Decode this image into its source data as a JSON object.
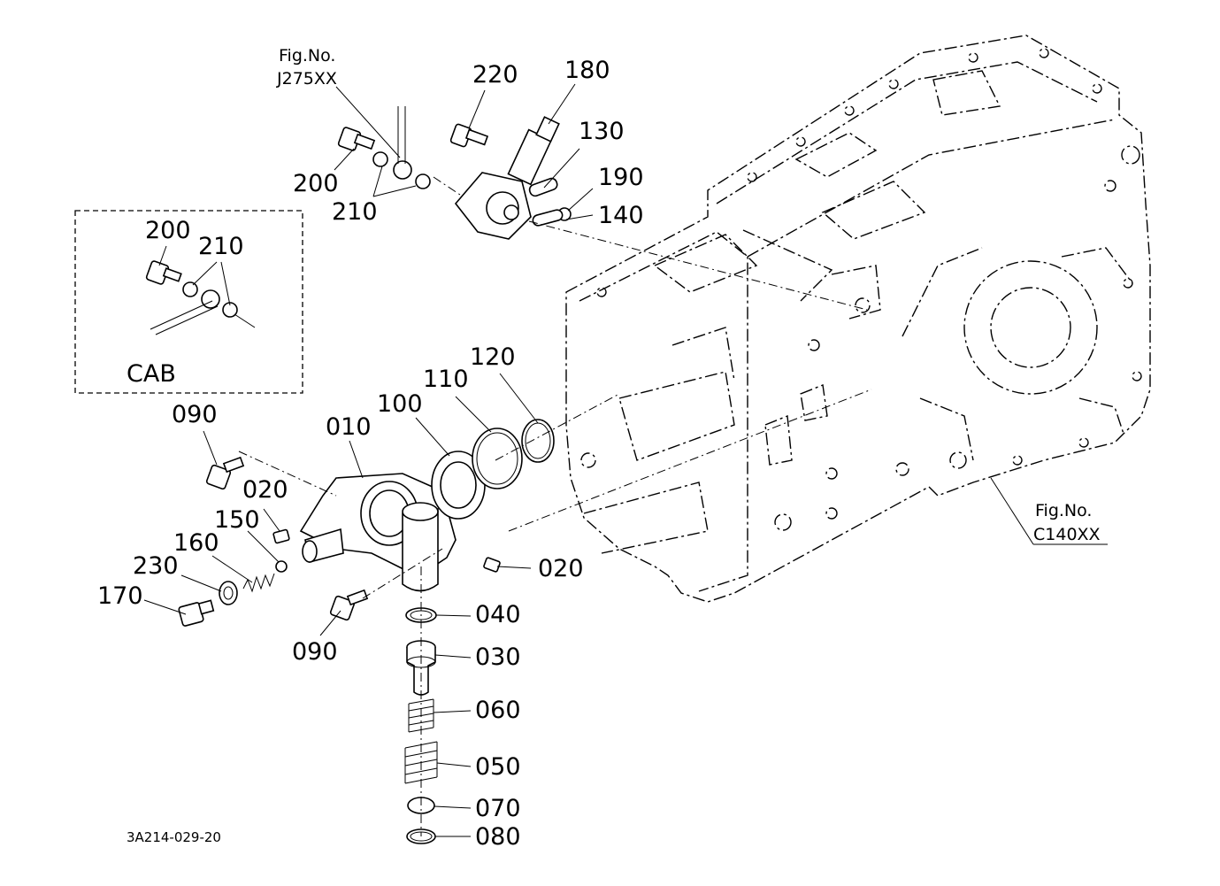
{
  "figure_refs": [
    {
      "id": "fig-j275",
      "line1": "Fig.No.",
      "line2": "J275XX"
    },
    {
      "id": "fig-c140",
      "line1": "Fig.No.",
      "line2": "C140XX"
    }
  ],
  "cab_box": {
    "label": "CAB"
  },
  "drawing_code": "3A214-029-20",
  "parts": {
    "p220": "220",
    "p180": "180",
    "p130": "130",
    "p190": "190",
    "p140": "140",
    "p200_top": "200",
    "p210_top": "210",
    "p200_cab": "200",
    "p210_cab": "210",
    "p120": "120",
    "p110": "110",
    "p100": "100",
    "p010": "010",
    "p090_top": "090",
    "p020_left": "020",
    "p150": "150",
    "p160": "160",
    "p230": "230",
    "p170": "170",
    "p020_right": "020",
    "p090_bottom": "090",
    "p040": "040",
    "p030": "030",
    "p060": "060",
    "p050": "050",
    "p070": "070",
    "p080": "080"
  }
}
